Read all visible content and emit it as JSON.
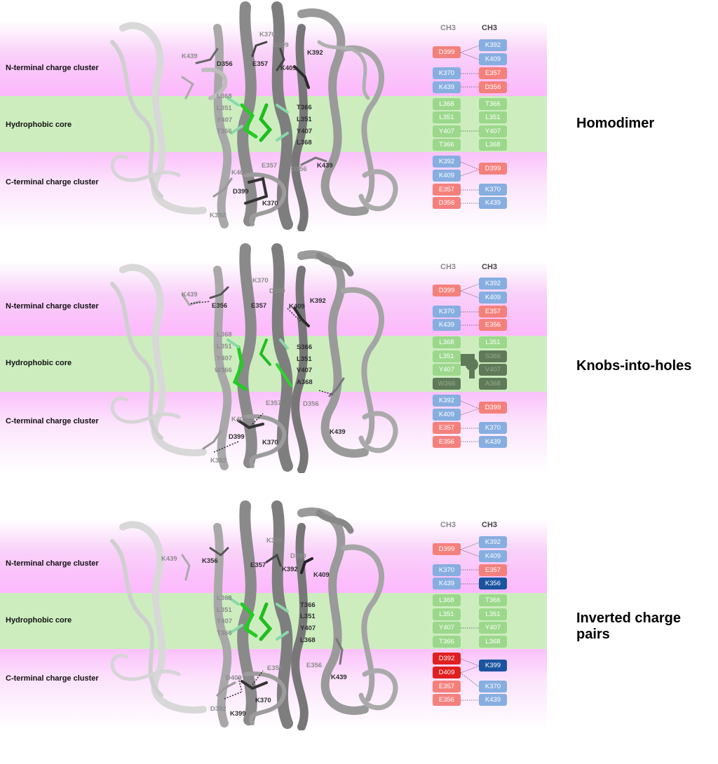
{
  "chain_headers": [
    "CH3",
    "CH3"
  ],
  "region_labels": {
    "n_term": "N-terminal charge cluster",
    "core": "Hydrophobic core",
    "c_term": "C-terminal charge cluster"
  },
  "colors": {
    "negative": "#f4807c",
    "positive": "#86aee0",
    "hydrophobic": "#9bd88b",
    "mutated_negative": "#e01f1f",
    "mutated_positive": "#1a54a0",
    "charge_band": "#fcb4fc",
    "core_band": "#cdedbf"
  },
  "panels": [
    {
      "title": "Homodimer",
      "n_term": [
        [
          "D399",
          ""
        ],
        [
          "",
          "K392"
        ],
        [
          "",
          "K409"
        ],
        [
          "K370",
          "E357"
        ],
        [
          "K439",
          "D356"
        ]
      ],
      "table": {
        "n_term": {
          "a": [
            "D399",
            "K370",
            "K439"
          ],
          "b": [
            "K392",
            "K409",
            "E357",
            "D356"
          ]
        },
        "core": {
          "a": [
            "L368",
            "L351",
            "Y407",
            "T366"
          ],
          "b": [
            "T366",
            "L351",
            "Y407",
            "L368"
          ]
        },
        "c_term": {
          "a": [
            "K392",
            "K409",
            "E357",
            "D356"
          ],
          "b": [
            "D399",
            "K370",
            "K439"
          ]
        }
      },
      "structure_labels": {
        "top": [
          "K370",
          "D399",
          "K439",
          "D356",
          "E357",
          "K409",
          "K392"
        ],
        "core_left": [
          "L368",
          "L351",
          "Y407",
          "T366"
        ],
        "core_right": [
          "T366",
          "L351",
          "Y407",
          "L368"
        ],
        "bottom": [
          "E357",
          "D356",
          "K439",
          "K409",
          "D399",
          "K370",
          "K392"
        ]
      }
    },
    {
      "title": "Knobs-into-holes",
      "table": {
        "n_term": {
          "a": [
            "D399",
            "K370",
            "K439"
          ],
          "b": [
            "K392",
            "K409",
            "E357",
            "E356"
          ]
        },
        "core": {
          "a": [
            "L368",
            "L351",
            "Y407",
            "W366"
          ],
          "b": [
            "L351",
            "S366",
            "V407",
            "A368"
          ]
        },
        "c_term": {
          "a": [
            "K392",
            "K409",
            "E357",
            "E356"
          ],
          "b": [
            "D399",
            "K370",
            "K439"
          ]
        }
      },
      "structure_labels": {
        "top": [
          "K370",
          "D399",
          "K439",
          "E356",
          "E357",
          "K409",
          "K392"
        ],
        "core_left": [
          "L368",
          "L351",
          "Y407",
          "W366"
        ],
        "core_right": [
          "S366",
          "L351",
          "V407",
          "A368"
        ],
        "bottom": [
          "E357",
          "D356",
          "K439",
          "K409",
          "D399",
          "K370",
          "K392"
        ]
      }
    },
    {
      "title": "Inverted charge pairs",
      "table": {
        "n_term": {
          "a": [
            "D399",
            "K370",
            "K439"
          ],
          "b": [
            "K392",
            "K409",
            "E357",
            "K356"
          ]
        },
        "core": {
          "a": [
            "L368",
            "L351",
            "Y407",
            "T366"
          ],
          "b": [
            "T366",
            "L351",
            "Y407",
            "L368"
          ]
        },
        "c_term": {
          "a": [
            "D392",
            "D409",
            "E357",
            "E356"
          ],
          "b": [
            "K399",
            "K370",
            "K439"
          ]
        }
      },
      "structure_labels": {
        "top": [
          "K370",
          "D399",
          "K439",
          "K356",
          "E357",
          "K392",
          "K409"
        ],
        "core_left": [
          "L368",
          "L351",
          "Y407",
          "T366"
        ],
        "core_right": [
          "T366",
          "L351",
          "Y407",
          "L368"
        ],
        "bottom": [
          "E357",
          "E356",
          "K439",
          "D409",
          "D392",
          "K370",
          "K399"
        ]
      }
    }
  ]
}
